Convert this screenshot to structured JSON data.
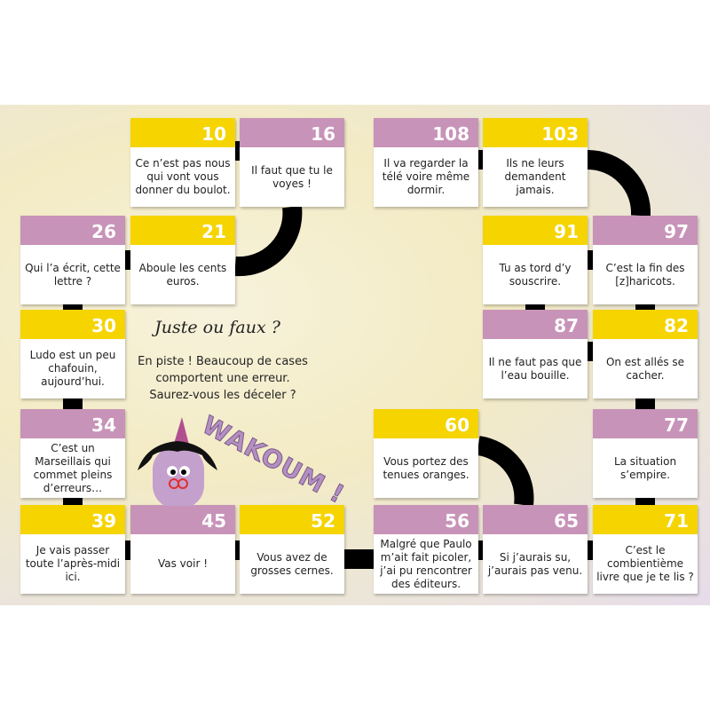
{
  "title": "Juste ou faux ?",
  "intro": [
    "En piste ! Beaucoup de cases",
    "comportent une erreur.",
    "Saurez-vous les déceler ?"
  ],
  "onomatopoeia": "WAKOUM !",
  "colors": {
    "yellow": "#f5d400",
    "purple": "#c893b8"
  },
  "cards": [
    {
      "num": "10",
      "text": "Ce n’est pas nous qui vont vous donner du boulot.",
      "color": "yellow"
    },
    {
      "num": "16",
      "text": "Il faut que tu le voyes !",
      "color": "purple"
    },
    {
      "num": "108",
      "text": "Il va regarder la télé voire même dormir.",
      "color": "purple"
    },
    {
      "num": "103",
      "text": "Ils ne leurs demandent jamais.",
      "color": "yellow"
    },
    {
      "num": "26",
      "text": "Qui l’a écrit, cette lettre ?",
      "color": "purple"
    },
    {
      "num": "21",
      "text": "Aboule les cents euros.",
      "color": "yellow"
    },
    {
      "num": "91",
      "text": "Tu as tord d’y souscrire.",
      "color": "yellow"
    },
    {
      "num": "97",
      "text": "C’est la fin des [z]haricots.",
      "color": "purple"
    },
    {
      "num": "30",
      "text": "Ludo est un peu chafouin, aujourd’hui.",
      "color": "yellow"
    },
    {
      "num": "87",
      "text": "Il ne faut pas que l’eau bouille.",
      "color": "purple"
    },
    {
      "num": "82",
      "text": "On est allés se cacher.",
      "color": "yellow"
    },
    {
      "num": "34",
      "text": "C’est un Marseillais qui commet pleins d’erreurs…",
      "color": "purple"
    },
    {
      "num": "60",
      "text": "Vous portez des tenues oranges.",
      "color": "yellow"
    },
    {
      "num": "77",
      "text": "La situation s’empire.",
      "color": "purple"
    },
    {
      "num": "39",
      "text": "Je vais passer toute l’après-midi ici.",
      "color": "yellow"
    },
    {
      "num": "45",
      "text": "Vas voir !",
      "color": "purple"
    },
    {
      "num": "52",
      "text": "Vous avez de grosses cernes.",
      "color": "yellow"
    },
    {
      "num": "56",
      "text": "Malgré que Paulo m’ait fait picoler, j’ai pu rencontrer des éditeurs.",
      "color": "purple"
    },
    {
      "num": "65",
      "text": "Si j’aurais su, j’aurais pas venu.",
      "color": "purple"
    },
    {
      "num": "71",
      "text": "C’est le combientième livre que je te lis ?",
      "color": "yellow"
    }
  ]
}
